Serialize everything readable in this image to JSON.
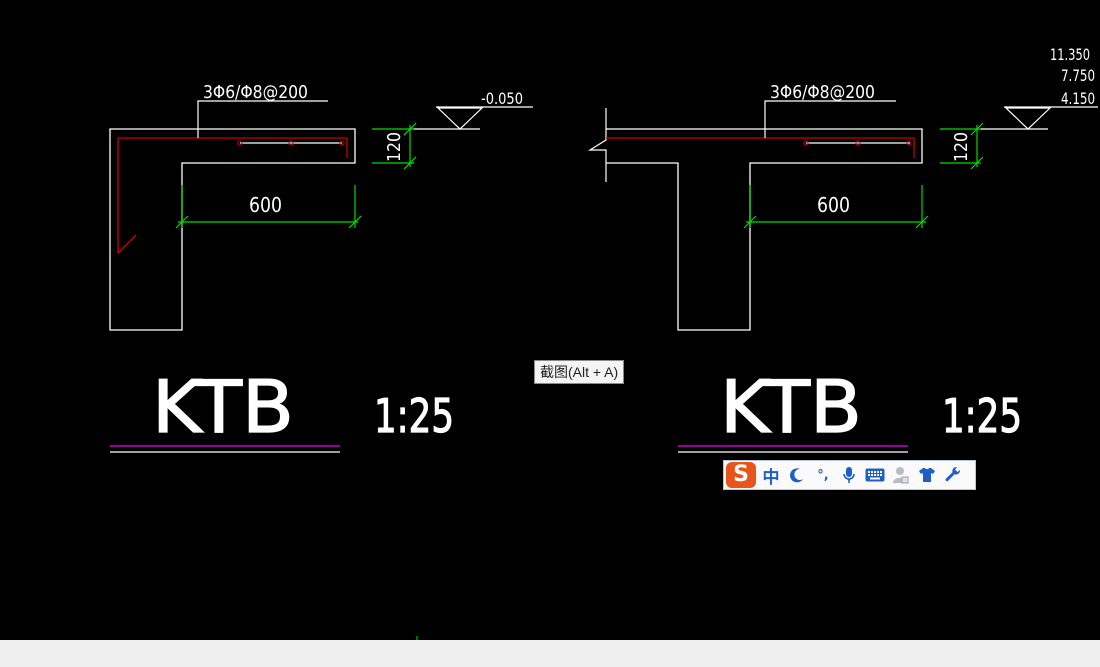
{
  "drawing": {
    "left_detail": {
      "rebar_label": "3Φ6/Φ8@200",
      "elevation_label": "-0.050",
      "width_dim": "600",
      "thickness_dim": "120",
      "title": "KTB",
      "scale": "1:25"
    },
    "right_detail": {
      "rebar_label": "3Φ6/Φ8@200",
      "elevation_labels": [
        "11.350",
        "7.750",
        "4.150"
      ],
      "width_dim": "600",
      "thickness_dim": "120",
      "title": "KTB",
      "scale": "1:25"
    }
  },
  "tooltip": {
    "text": "截图(Alt + A)"
  },
  "ime_toolbar": {
    "logo": "S",
    "buttons": [
      {
        "name": "chinese-mode",
        "label": "中"
      },
      {
        "name": "half-width",
        "icon": "moon-icon"
      },
      {
        "name": "punctuation",
        "label": "°,"
      },
      {
        "name": "voice-input",
        "icon": "microphone-icon"
      },
      {
        "name": "soft-keyboard",
        "icon": "keyboard-icon"
      },
      {
        "name": "account",
        "icon": "user-icon"
      },
      {
        "name": "skin",
        "icon": "shirt-icon"
      },
      {
        "name": "tools",
        "icon": "wrench-icon"
      }
    ]
  },
  "colors": {
    "background": "#000000",
    "outline": "#ffffff",
    "rebar": "#cc0000",
    "dimension": "#00ff00",
    "underline": "#cc00cc",
    "ime_accent": "#1d5fc7",
    "ime_logo": "#e8541c"
  }
}
